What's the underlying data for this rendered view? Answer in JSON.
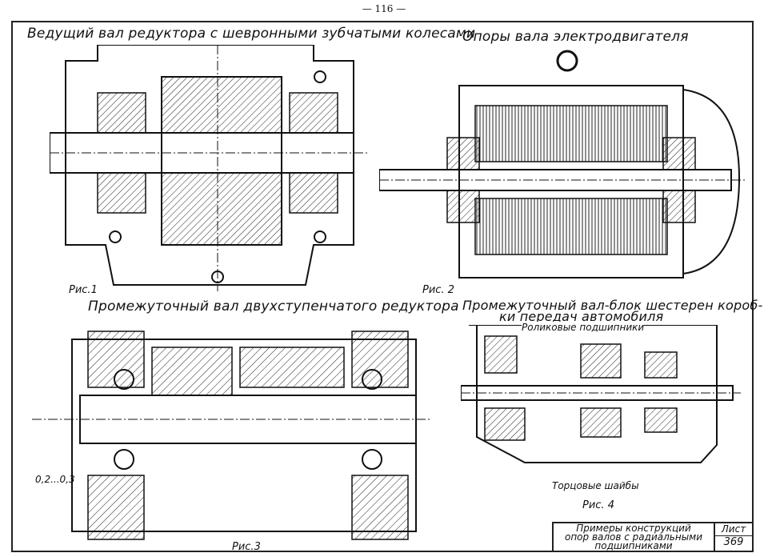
{
  "page_number": "— 116 —",
  "figures": {
    "fig1": {
      "title": "Ведущий вал редуктора с шевронными зубчатыми колесами",
      "label": "Рис.1"
    },
    "fig2": {
      "title": "Опоры вала электродвигателя",
      "label": "Рис. 2"
    },
    "fig3": {
      "title": "Промежуточный вал двухступенчатого редуктора",
      "label": "Рис.3",
      "dimension": "0,2...0,3"
    },
    "fig4": {
      "title_line1": "Промежуточный вал-блок шестерен короб-",
      "title_line2": "ки передач автомобиля",
      "label": "Рис. 4",
      "callout_top": "Роликовые подшипники",
      "callout_bottom": "Торцовые шайбы"
    }
  },
  "title_block": {
    "line1": "Примеры конструкций",
    "line2": "опор валов с радиальными",
    "line3": "подшипниками",
    "sheet_label": "Лист",
    "sheet_number": "369"
  }
}
